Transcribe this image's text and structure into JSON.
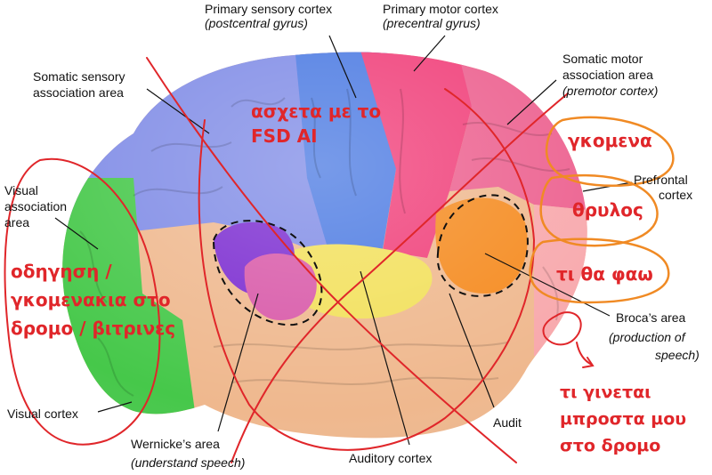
{
  "labels": {
    "primary_sensory": "Primary sensory cortex",
    "primary_sensory_sub": "(postcentral gyrus)",
    "primary_motor": "Primary motor cortex",
    "primary_motor_sub": "(precentral gyrus)",
    "somatic_sensory_1": "Somatic sensory",
    "somatic_sensory_2": "association area",
    "somatic_motor_1": "Somatic motor",
    "somatic_motor_2": "association area",
    "somatic_motor_sub": "(premotor cortex)",
    "visual_assoc_1": "Visual",
    "visual_assoc_2": "association",
    "visual_assoc_3": "area",
    "prefrontal_1": "Prefrontal",
    "prefrontal_2": "cortex",
    "broca": "Broca’s area",
    "broca_sub_1": "(production of",
    "broca_sub_2": "speech)",
    "visual_cortex": "Visual cortex",
    "wernicke": "Wernicke’s area",
    "wernicke_sub": "(understand speech)",
    "auditory_cortex": "Auditory cortex",
    "auditory_cut": "Audit"
  },
  "annotations": {
    "fsd_1": "ασχετα με το",
    "fsd_2": "FSD AI",
    "gkomena": "γκομενα",
    "thrylos": "θρυλος",
    "food": "τι θα φαω",
    "visual_1": "οδηγηση /",
    "visual_2": "γκομενακια στο",
    "visual_3": "δρομο / βιτρινες",
    "front_1": "τι γινεται",
    "front_2": "μπροστα μου",
    "front_3": "στο δρομο"
  },
  "colors": {
    "annotation_red": "#e0262a",
    "annotation_orange": "#f08a24",
    "temporal": "#efb88e",
    "parietal": "#7f8be6",
    "sensory": "#4a79e2",
    "motor": "#f03d78",
    "frontal": "#f8a8ac",
    "occipital": "#46c84a",
    "auditory": "#f2e05a",
    "wernicke": "#7a2ad0",
    "broca": "#f58a1e"
  }
}
